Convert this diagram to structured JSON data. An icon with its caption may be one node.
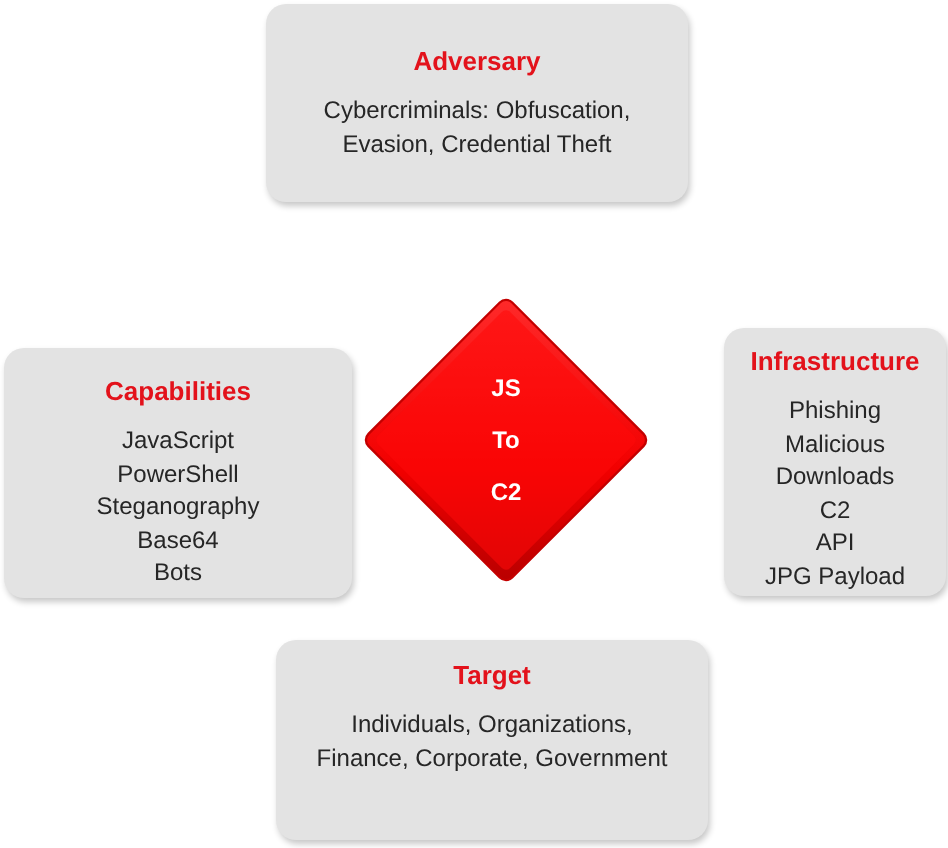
{
  "diagram": {
    "nodes": [
      {
        "text": [
          "Adversary",
          "Cybercriminals: Obfuscation, Evasion, Credential Theft"
        ]
      },
      {
        "text": [
          "Capabilities",
          "JavaScript",
          "PowerShell",
          "Steganography",
          "Base64",
          "Bots"
        ]
      },
      {
        "text": [
          "JS To C2"
        ]
      },
      {
        "text": [
          "Infrastructure",
          "Phishing",
          "Malicious Downloads",
          "C2",
          "API",
          "JPG Payload"
        ]
      },
      {
        "text": [
          "Target",
          "Individuals, Organizations, Finance, Corporate, Government"
        ]
      }
    ]
  }
}
